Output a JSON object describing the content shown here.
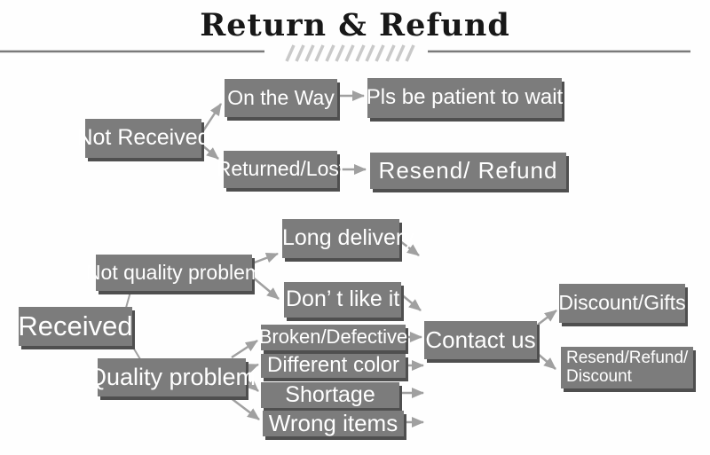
{
  "title": "Return & Refund",
  "colors": {
    "box_fill": "#7c7c7c",
    "box_shadow": "#4f4f4f",
    "box_text": "#ffffff",
    "arrow": "#a0a0a0",
    "title_text": "#181818",
    "divider_line": "#7a7a7a",
    "hatch": "#c9c9c9",
    "background": "#fefefe"
  },
  "flow": {
    "not_received": {
      "label": "Not Received"
    },
    "on_the_way": {
      "label": "On the Way"
    },
    "pls_wait": {
      "label": "Pls be patient to wait"
    },
    "returned_lost": {
      "label": "Returned/Lost"
    },
    "resend_refund": {
      "label": "Resend/ Refund"
    },
    "received": {
      "label": "Received"
    },
    "not_quality": {
      "label": "Not quality problem"
    },
    "long_delivery": {
      "label": "Long delivery"
    },
    "dont_like": {
      "label": "Don’ t like it"
    },
    "quality": {
      "label": "Quality problem"
    },
    "broken": {
      "label": "Broken/Defective"
    },
    "diff_color": {
      "label": "Different color"
    },
    "shortage": {
      "label": "Shortage"
    },
    "wrong_items": {
      "label": "Wrong items"
    },
    "contact_us": {
      "label": "Contact us"
    },
    "discount_gifts": {
      "label": "Discount/Gifts"
    },
    "resend_refund_discount": {
      "line1": "Resend/Refund/",
      "line2": "Discount"
    }
  },
  "edges": [
    {
      "from": "Not Received",
      "to": "On the Way"
    },
    {
      "from": "Not Received",
      "to": "Returned/Lost"
    },
    {
      "from": "On the Way",
      "to": "Pls be patient to wait"
    },
    {
      "from": "Returned/Lost",
      "to": "Resend/ Refund"
    },
    {
      "from": "Received",
      "to": "Not quality problem"
    },
    {
      "from": "Received",
      "to": "Quality problem"
    },
    {
      "from": "Not quality problem",
      "to": "Long delivery"
    },
    {
      "from": "Not quality problem",
      "to": "Don’ t like it"
    },
    {
      "from": "Quality problem",
      "to": "Broken/Defective"
    },
    {
      "from": "Quality problem",
      "to": "Different color"
    },
    {
      "from": "Quality problem",
      "to": "Shortage"
    },
    {
      "from": "Quality problem",
      "to": "Wrong items"
    },
    {
      "from": "Long delivery",
      "to": "Contact us"
    },
    {
      "from": "Don’ t like it",
      "to": "Contact us"
    },
    {
      "from": "Broken/Defective",
      "to": "Contact us"
    },
    {
      "from": "Different color",
      "to": "Contact us"
    },
    {
      "from": "Shortage",
      "to": "Contact us"
    },
    {
      "from": "Wrong items",
      "to": "Contact us"
    },
    {
      "from": "Contact us",
      "to": "Discount/Gifts"
    },
    {
      "from": "Contact us",
      "to": "Resend/Refund/Discount"
    }
  ]
}
